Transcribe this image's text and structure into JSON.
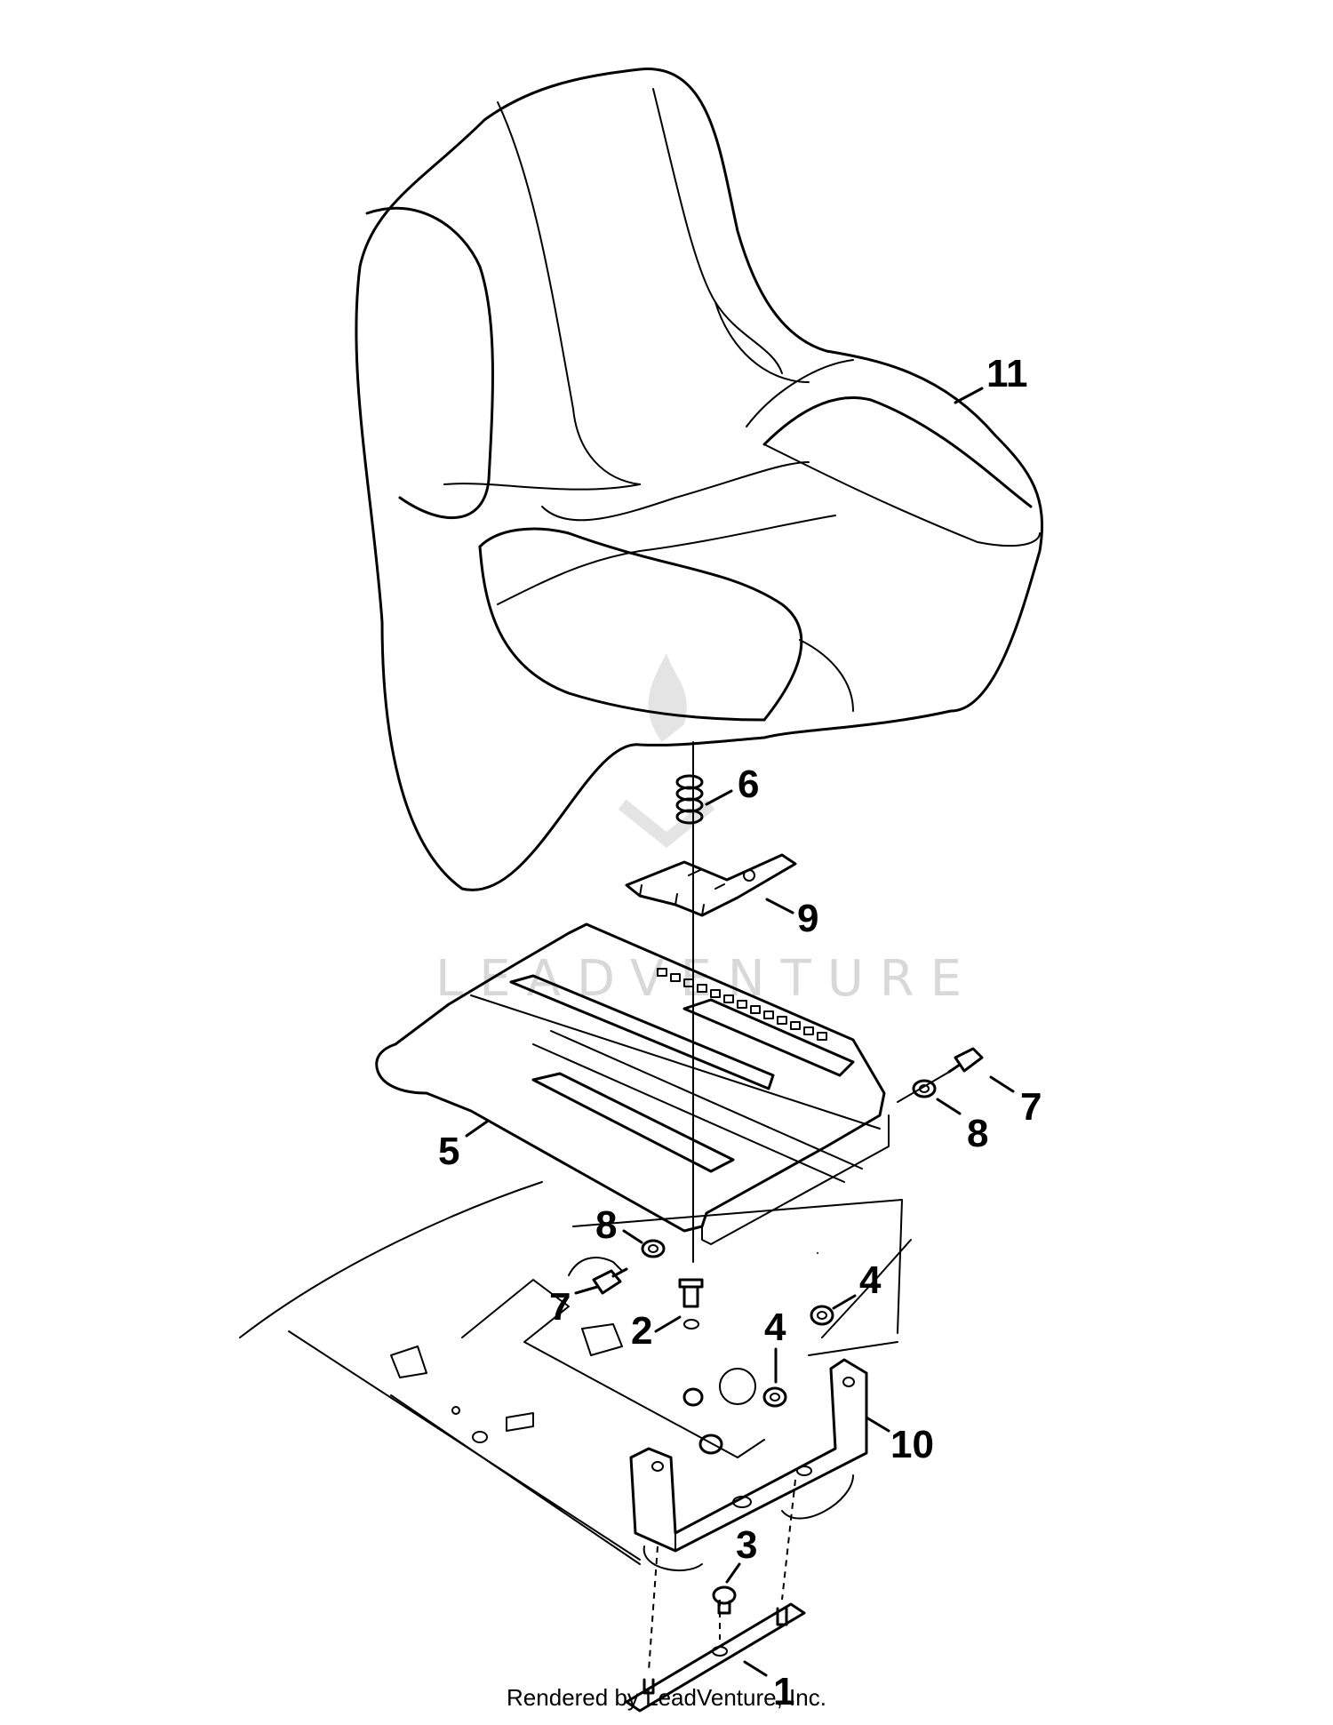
{
  "watermark": {
    "text": "LEADVENTURE"
  },
  "footer": {
    "text": "Rendered by LeadVenture, Inc."
  },
  "callouts": [
    {
      "id": "11",
      "label": "11"
    },
    {
      "id": "6",
      "label": "6"
    },
    {
      "id": "9",
      "label": "9"
    },
    {
      "id": "5",
      "label": "5"
    },
    {
      "id": "7a",
      "label": "7"
    },
    {
      "id": "8a",
      "label": "8"
    },
    {
      "id": "8b",
      "label": "8"
    },
    {
      "id": "7b",
      "label": "7"
    },
    {
      "id": "2",
      "label": "2"
    },
    {
      "id": "4a",
      "label": "4"
    },
    {
      "id": "4b",
      "label": "4"
    },
    {
      "id": "10",
      "label": "10"
    },
    {
      "id": "3",
      "label": "3"
    },
    {
      "id": "1",
      "label": "1"
    }
  ]
}
